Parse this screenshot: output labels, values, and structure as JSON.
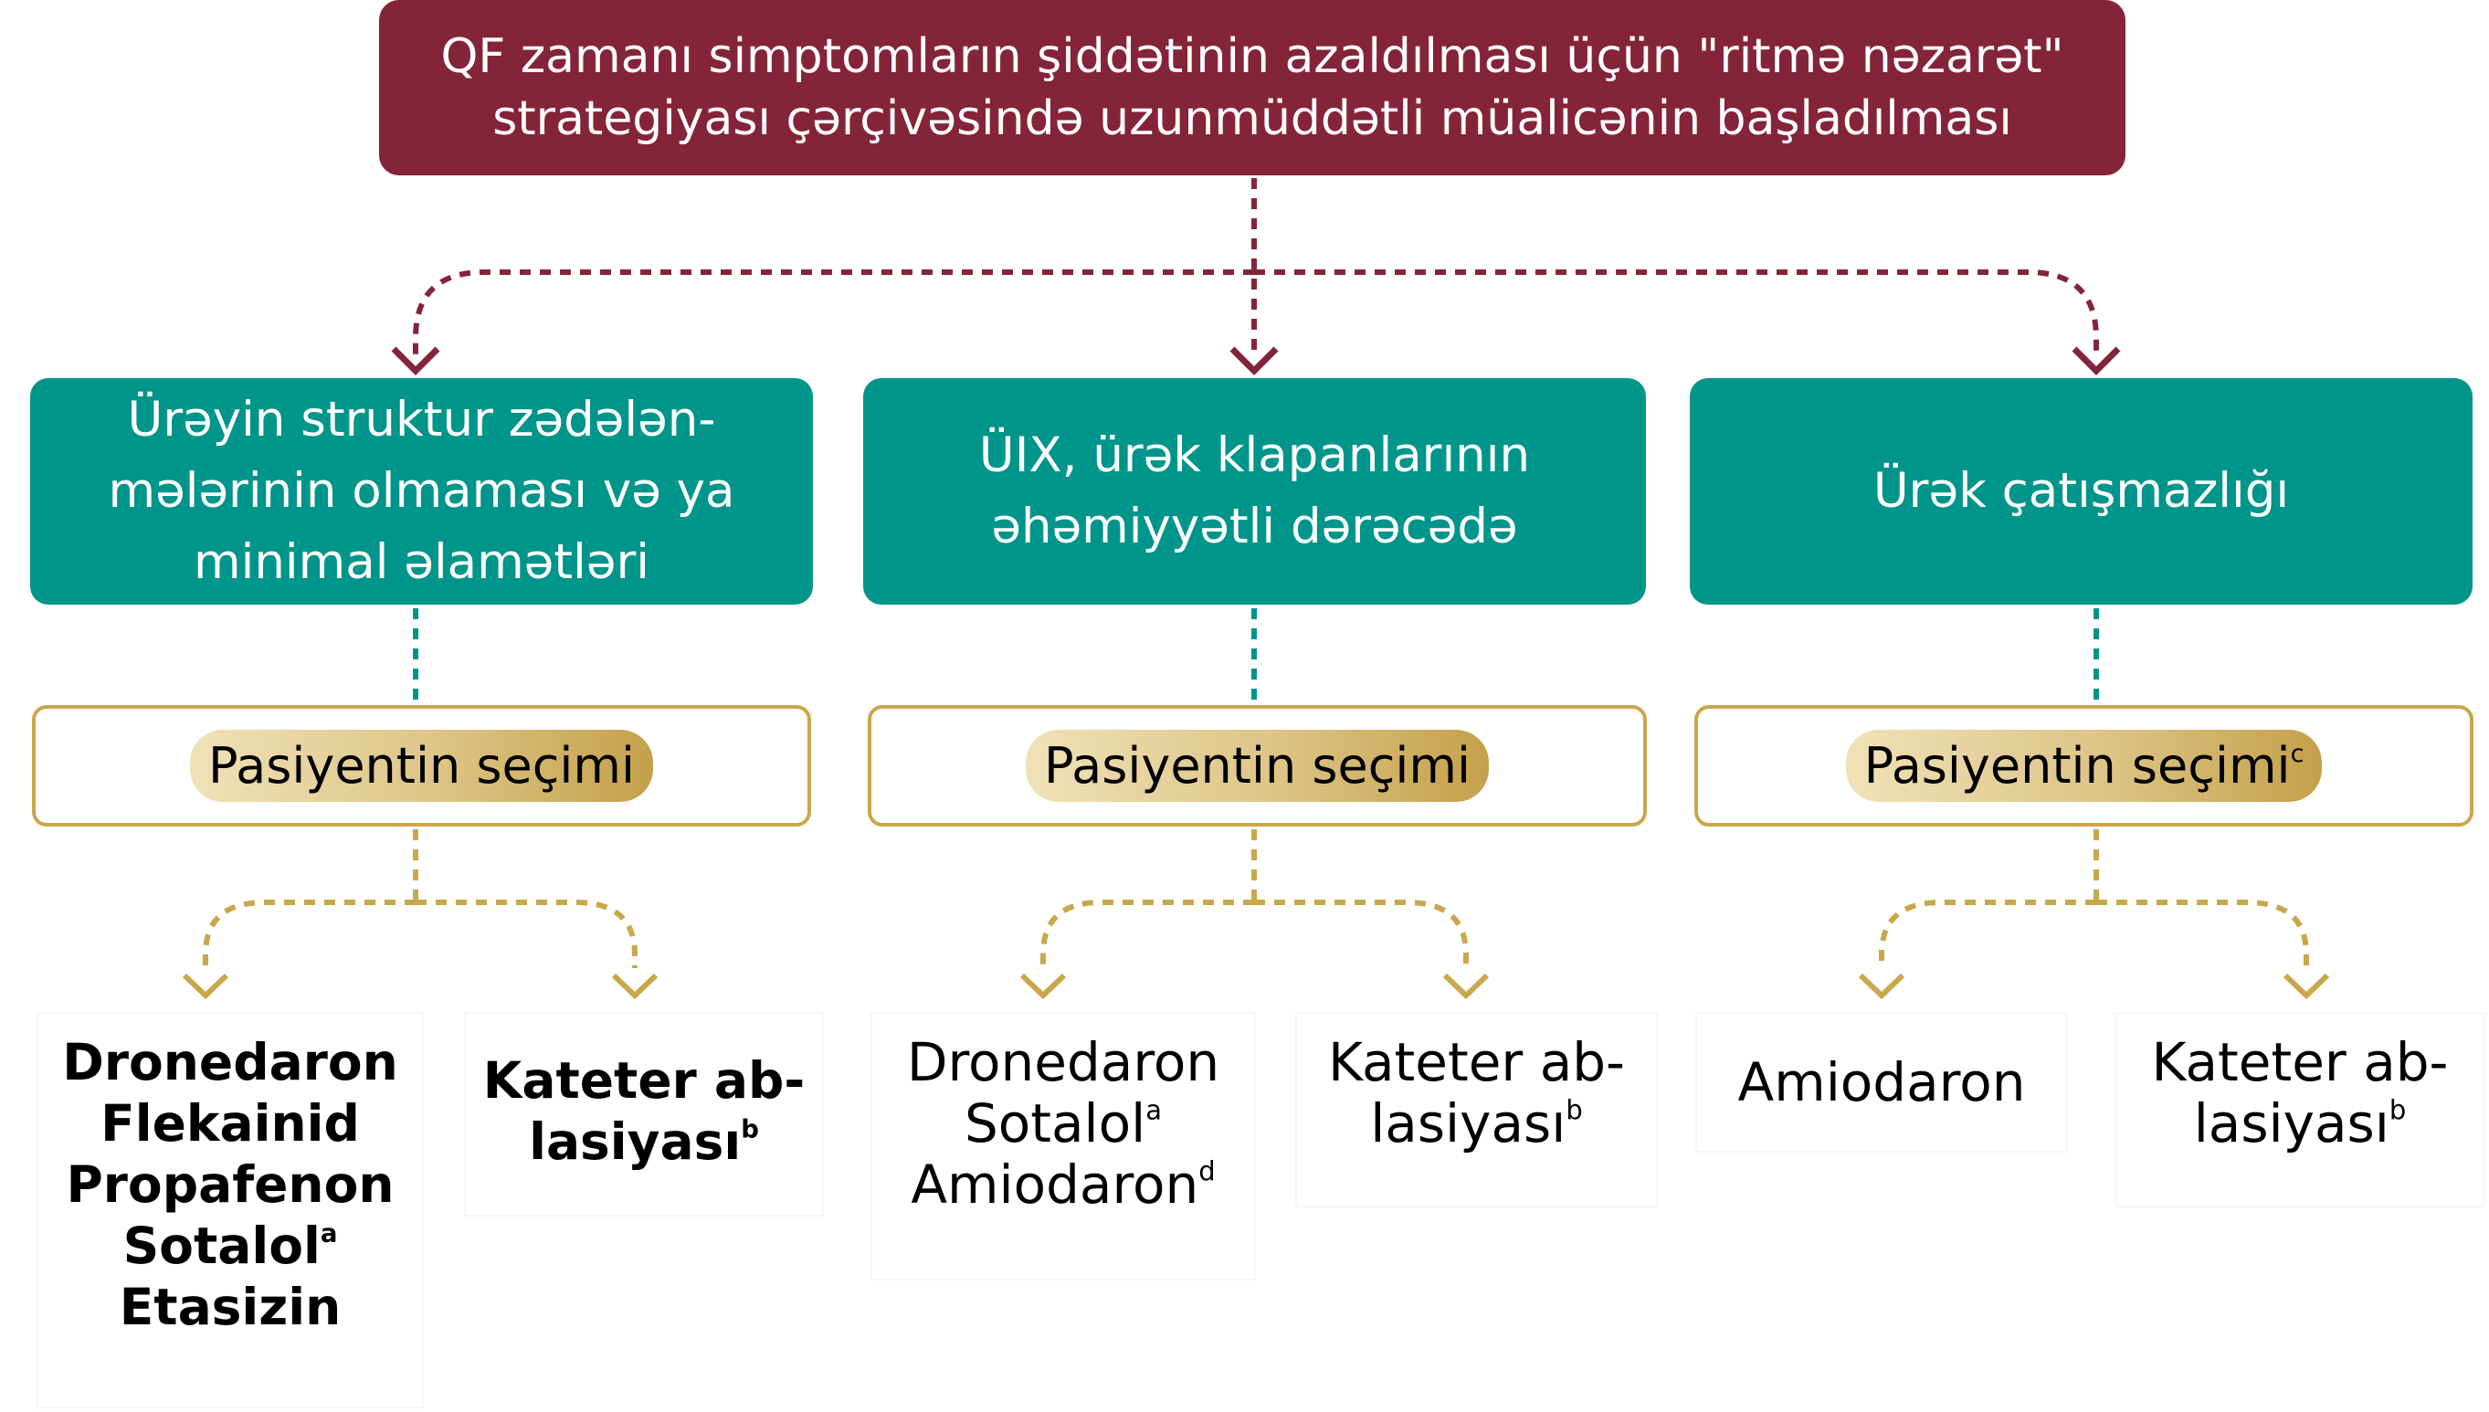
{
  "colors": {
    "top": "#84243a",
    "category": "#00958a",
    "selection_border": "#c9a74b",
    "gold": "#c9a74b"
  },
  "top": {
    "line1": "QF zamanı simptomların şiddətinin azaldılması üçün \"ritmə nəzarət\"",
    "line2": "strategiyası çərçivəsində uzunmüddətli müalicənin başladılması"
  },
  "columns": [
    {
      "category": [
        "Ürəyin struktur zədələn-",
        "mələrinin olmaması və ya",
        "minimal əlamətləri"
      ],
      "selection": {
        "label": "Pasiyentin seçimi",
        "sup": ""
      },
      "options": [
        {
          "lines": [
            {
              "text": "Dronedaron",
              "sup": ""
            },
            {
              "text": "Flekainid",
              "sup": ""
            },
            {
              "text": "Propafenon",
              "sup": ""
            },
            {
              "text": "Sotalol",
              "sup": "a"
            },
            {
              "text": "Etasizin",
              "sup": ""
            }
          ]
        },
        {
          "lines": [
            {
              "text": "Kateter ab-",
              "sup": ""
            },
            {
              "text": "lasiyası",
              "sup": "b"
            }
          ]
        }
      ]
    },
    {
      "category": [
        "ÜIX, ürək klapanlarının",
        "əhəmiyyətli dərəcədə"
      ],
      "selection": {
        "label": "Pasiyentin seçimi",
        "sup": ""
      },
      "options": [
        {
          "lines": [
            {
              "text": "Dronedaron",
              "sup": ""
            },
            {
              "text": "Sotalol",
              "sup": "a"
            },
            {
              "text": "Amiodaron",
              "sup": "d"
            }
          ]
        },
        {
          "lines": [
            {
              "text": "Kateter ab-",
              "sup": ""
            },
            {
              "text": "lasiyası",
              "sup": "b"
            }
          ]
        }
      ]
    },
    {
      "category": [
        "Ürək çatışmazlığı"
      ],
      "selection": {
        "label": "Pasiyentin seçimi",
        "sup": "c"
      },
      "options": [
        {
          "lines": [
            {
              "text": "Amiodaron",
              "sup": ""
            }
          ]
        },
        {
          "lines": [
            {
              "text": "Kateter ab-",
              "sup": ""
            },
            {
              "text": "lasiyası",
              "sup": "b"
            }
          ]
        }
      ]
    }
  ]
}
